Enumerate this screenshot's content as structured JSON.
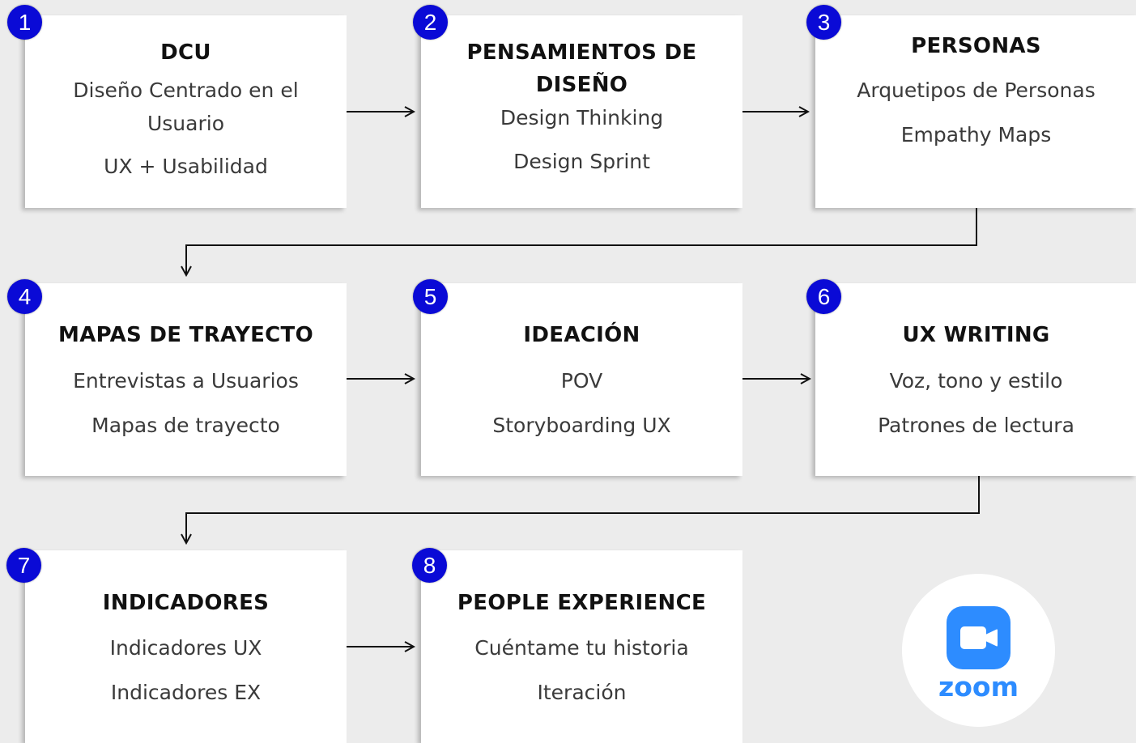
{
  "steps": [
    {
      "number": "1",
      "title_lines": [
        "DCU"
      ],
      "lines": [
        "Diseño Centrado en el Usuario",
        "UX + Usabilidad"
      ]
    },
    {
      "number": "2",
      "title_lines": [
        "PENSAMIENTOS DE",
        "DISEÑO"
      ],
      "lines": [
        "Design Thinking",
        "Design Sprint"
      ]
    },
    {
      "number": "3",
      "title_lines": [
        "PERSONAS"
      ],
      "lines": [
        "Arquetipos de Personas",
        "Empathy Maps"
      ]
    },
    {
      "number": "4",
      "title_lines": [
        "MAPAS DE TRAYECTO"
      ],
      "lines": [
        "Entrevistas a Usuarios",
        "Mapas de trayecto"
      ]
    },
    {
      "number": "5",
      "title_lines": [
        "IDEACIÓN"
      ],
      "lines": [
        "POV",
        "Storyboarding UX"
      ]
    },
    {
      "number": "6",
      "title_lines": [
        "UX WRITING"
      ],
      "lines": [
        "Voz, tono y estilo",
        "Patrones de lectura"
      ]
    },
    {
      "number": "7",
      "title_lines": [
        "INDICADORES"
      ],
      "lines": [
        "Indicadores UX",
        "Indicadores EX"
      ]
    },
    {
      "number": "8",
      "title_lines": [
        "PEOPLE EXPERIENCE"
      ],
      "lines": [
        "Cuéntame tu historia",
        "Iteración"
      ]
    }
  ],
  "logo": {
    "name": "zoom-logo",
    "word": "zoom",
    "color": "#2d8cff"
  },
  "colors": {
    "badge": "#0a0ad6",
    "background": "#ececec",
    "card": "#ffffff"
  }
}
